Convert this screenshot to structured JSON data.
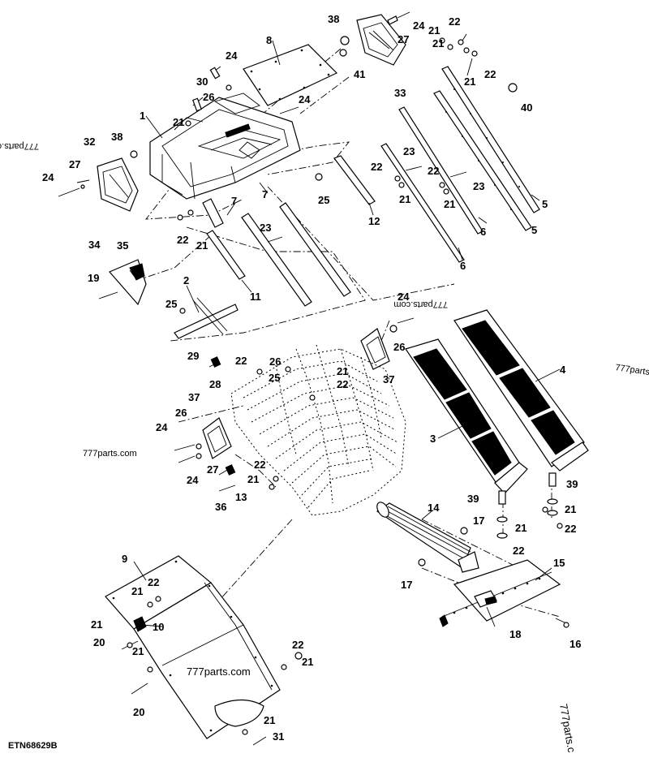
{
  "figure_id": "ETN68629B",
  "watermark": "777parts.com",
  "watermark_partial": "777parts.c",
  "watermark_right": "777parts.",
  "callouts": {
    "c1": "1",
    "c2": "2",
    "c3": "3",
    "c4": "4",
    "c5": "5",
    "c6": "6",
    "c7": "7",
    "c8": "8",
    "c9": "9",
    "c10": "10",
    "c11": "11",
    "c12": "12",
    "c13": "13",
    "c14": "14",
    "c15": "15",
    "c16": "16",
    "c17": "17",
    "c18": "18",
    "c19": "19",
    "c20": "20",
    "c21": "21",
    "c22": "22",
    "c23": "23",
    "c24": "24",
    "c25": "25",
    "c26": "26",
    "c27": "27",
    "c28": "28",
    "c29": "29",
    "c30": "30",
    "c31": "31",
    "c32": "32",
    "c33": "33",
    "c34": "34",
    "c35": "35",
    "c36": "36",
    "c37": "37",
    "c38": "38",
    "c39": "39",
    "c40": "40",
    "c41": "41"
  }
}
